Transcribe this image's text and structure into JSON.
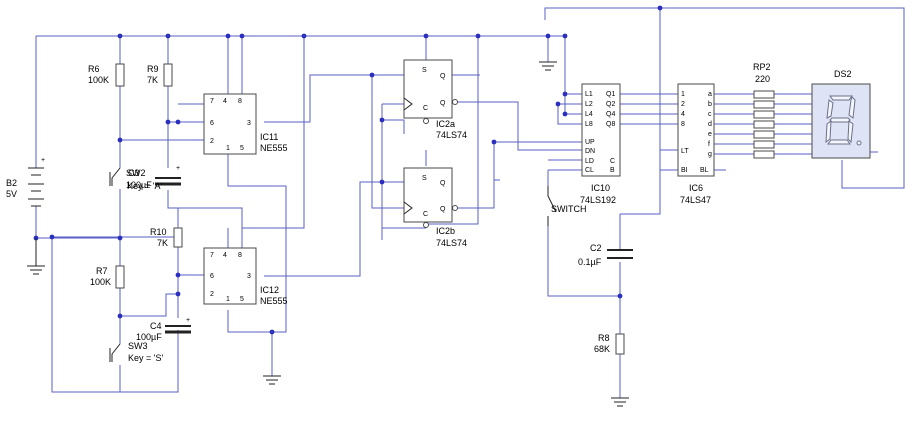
{
  "components": {
    "r6": {
      "ref": "R6",
      "value": "100K"
    },
    "r9": {
      "ref": "R9",
      "value": "7K"
    },
    "r7": {
      "ref": "R7",
      "value": "100K"
    },
    "r10": {
      "ref": "R10",
      "value": "7K"
    },
    "r8": {
      "ref": "R8",
      "value": "68K"
    },
    "rp2": {
      "ref": "RP2",
      "value": "220"
    },
    "b2": {
      "ref": "B2",
      "value": "5V"
    },
    "c3": {
      "ref": "C3",
      "value": "100µF"
    },
    "c4": {
      "ref": "C4",
      "value": "100µF"
    },
    "c2": {
      "ref": "C2",
      "value": "0.1µF"
    },
    "sw2": {
      "ref": "SW2",
      "key": "Key = 'A'"
    },
    "sw3": {
      "ref": "SW3",
      "key": "Key = 'S'"
    },
    "switch": {
      "label": "SWITCH"
    },
    "ic11": {
      "ref": "IC11",
      "part": "NE555"
    },
    "ic12": {
      "ref": "IC12",
      "part": "NE555"
    },
    "ic2a": {
      "ref": "IC2a",
      "part": "74LS74"
    },
    "ic2b": {
      "ref": "IC2b",
      "part": "74LS74"
    },
    "ic10": {
      "ref": "IC10",
      "part": "74LS192"
    },
    "ic6": {
      "ref": "IC6",
      "part": "74LS47"
    },
    "ds2": {
      "ref": "DS2"
    }
  },
  "pins": {
    "ne555": {
      "p7": "7",
      "p4": "4",
      "p8": "8",
      "p6": "6",
      "p3": "3",
      "p2": "2",
      "p1": "1",
      "p5": "5"
    },
    "ff": {
      "s": "S",
      "q": "Q",
      "c": "C",
      "qb": "Q"
    },
    "ic10": {
      "l1": "L1",
      "l2": "L2",
      "l4": "L4",
      "l8": "L8",
      "q1": "Q1",
      "q2": "Q2",
      "q4": "Q4",
      "q8": "Q8",
      "up": "UP",
      "dn": "DN",
      "ld": "LD",
      "cl": "CL",
      "c": "C",
      "b": "B"
    },
    "ic6": {
      "i1": "1",
      "i2": "2",
      "i4": "4",
      "i8": "8",
      "lt": "LT",
      "bi": "BI",
      "bl": "BL",
      "a": "a",
      "b": "b",
      "c": "c",
      "d": "d",
      "e": "e",
      "f": "f",
      "g": "g"
    },
    "plus": "+"
  },
  "colors": {
    "wire": "#5a5fc6",
    "junction": "#2a2fc0",
    "component": "#4a4a4a",
    "display": "#dfe3f6"
  }
}
